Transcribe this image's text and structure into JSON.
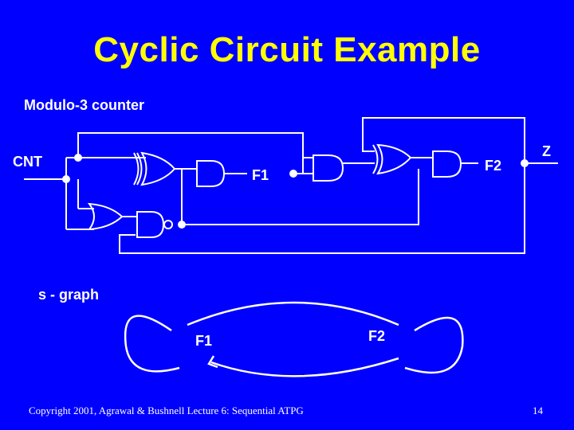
{
  "slide": {
    "title": "Cyclic Circuit Example",
    "subtitle_counter": "Modulo-3 counter",
    "subtitle_graph": "s - graph",
    "footer_left": "Copyright 2001, Agrawal & Bushnell Lecture 6: Sequential ATPG",
    "page_number": "14"
  },
  "circuit": {
    "input_label": "CNT",
    "output_label": "Z",
    "flipflop_1_label": "F1",
    "flipflop_2_label": "F2"
  },
  "sgraph": {
    "node_1_label": "F1",
    "node_2_label": "F2"
  },
  "colors": {
    "background": "#0000ff",
    "title": "#ffff00",
    "lines": "#ffffff"
  }
}
